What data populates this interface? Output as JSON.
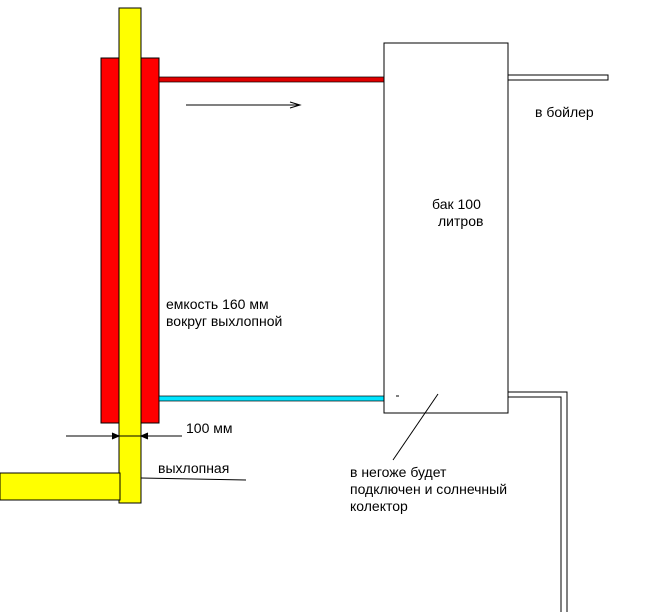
{
  "labels": {
    "tank": [
      "бак 100",
      "литров"
    ],
    "to_boiler": "в бойлер",
    "jacket": [
      "емкость 160 мм",
      "вокруг выхлопной"
    ],
    "dimension": "100 мм",
    "exhaust": "выхлопная",
    "collector": [
      "в негоже будет",
      "подключен и солнечный",
      "колектор"
    ]
  },
  "colors": {
    "jacket": "#ff0000",
    "exhaust_pipe": "#ffff00",
    "hot_line": "#e00000",
    "cold_line": "#00e5ff",
    "outline": "#000000",
    "tank_fill": "#ffffff"
  },
  "icons": {
    "flow_direction": "arrow-right-icon"
  }
}
